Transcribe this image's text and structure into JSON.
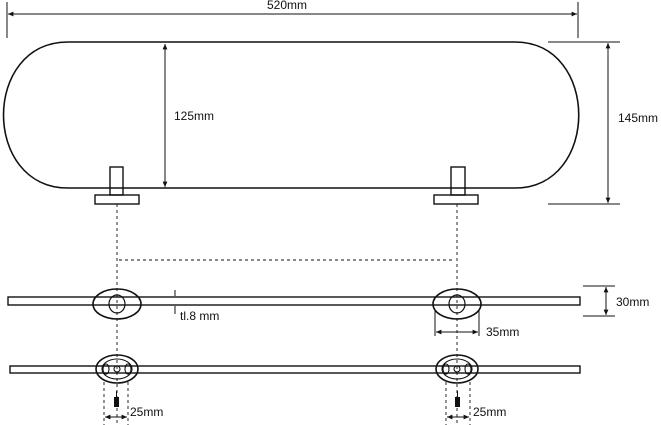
{
  "dimensions": {
    "overall_width": "520mm",
    "glass_depth": "125mm",
    "total_depth": "145mm",
    "height": "30mm",
    "glass_thickness": "tl.8 mm",
    "bracket_width": "35mm",
    "fixing_left": "25mm",
    "fixing_right": "25mm"
  }
}
